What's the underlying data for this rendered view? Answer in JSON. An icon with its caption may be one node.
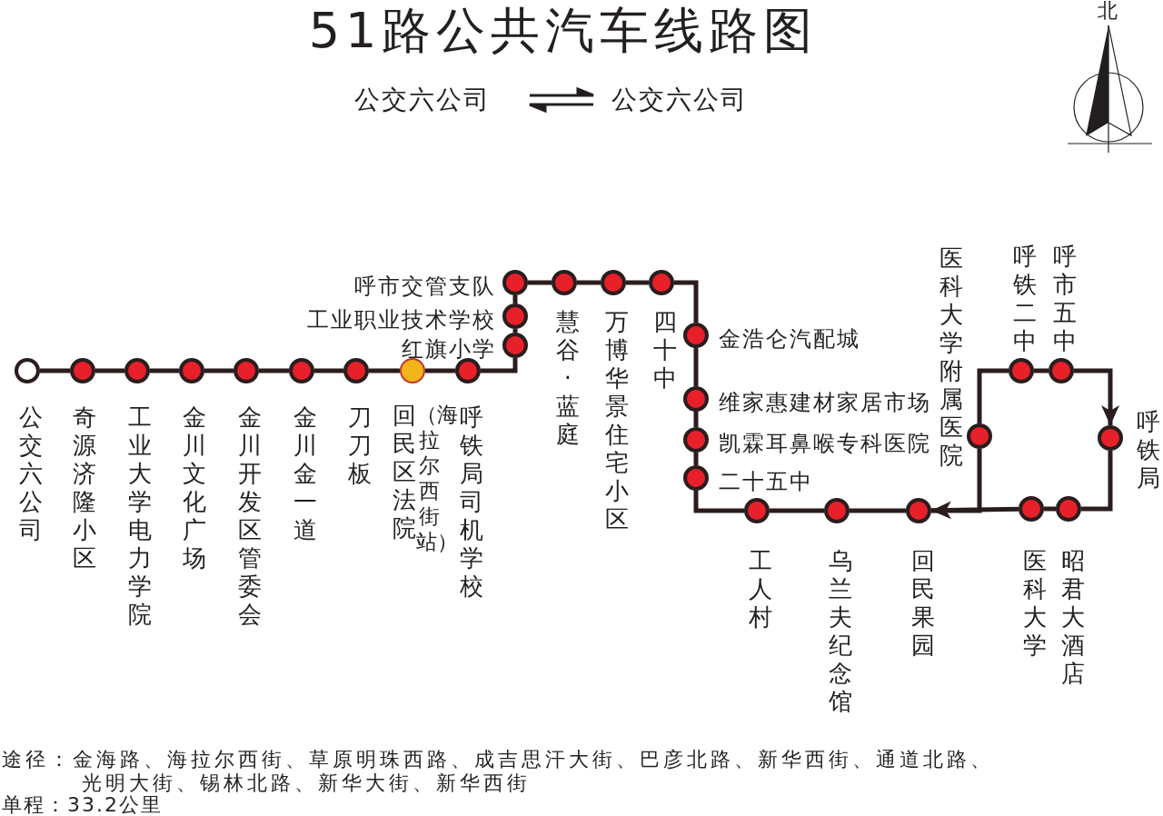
{
  "diagram": {
    "title": "51路公共汽车线路图",
    "nodes": [
      {
        "text": [
          "公交六公司"
        ]
      },
      {
        "text": [
          "奇源济隆小区"
        ]
      },
      {
        "text": [
          "工业大学电力学院"
        ]
      },
      {
        "text": [
          "金川文化广场"
        ]
      },
      {
        "text": [
          "金川开发区管委会"
        ]
      },
      {
        "text": [
          "金川金一道"
        ]
      },
      {
        "text": [
          "刀刀板"
        ]
      },
      {
        "text": [
          "回民区法院"
        ],
        "beside": [
          "（海拉尔西街站）"
        ]
      },
      {
        "text": [
          "呼铁局司机学校"
        ]
      },
      {
        "text": [
          "红旗小学"
        ]
      },
      {
        "text": [
          "工业职业技术学校"
        ]
      },
      {
        "text": [
          "呼市交管支队"
        ]
      },
      {
        "text": [
          "慧谷·蓝庭"
        ]
      },
      {
        "text": [
          "万博华景住宅小区"
        ]
      },
      {
        "text": [
          "四十中"
        ]
      },
      {
        "text": [
          "金浩仑汽配城"
        ]
      },
      {
        "text": [
          "维家惠建材家居市场"
        ]
      },
      {
        "text": [
          "凯霖耳鼻喉专科医院"
        ]
      },
      {
        "text": [
          "二十五中"
        ]
      },
      {
        "text": [
          "工人村"
        ]
      },
      {
        "text": [
          "乌兰夫纪念馆"
        ]
      },
      {
        "text": [
          "回民果园"
        ]
      },
      {
        "text": [
          "医科大学附属医院"
        ]
      },
      {
        "text": [
          "呼铁二中"
        ]
      },
      {
        "text": [
          "呼市五中"
        ]
      },
      {
        "text": [
          "呼铁局"
        ]
      },
      {
        "text": [
          "昭君大酒店"
        ]
      },
      {
        "text": [
          "医科大学"
        ]
      }
    ],
    "edges": [
      {
        "from": 0,
        "to": 1,
        "arrow": "none"
      },
      {
        "from": 1,
        "to": 2,
        "arrow": "none"
      },
      {
        "from": 2,
        "to": 3,
        "arrow": "none"
      },
      {
        "from": 3,
        "to": 4,
        "arrow": "none"
      },
      {
        "from": 4,
        "to": 5,
        "arrow": "none"
      },
      {
        "from": 5,
        "to": 6,
        "arrow": "none"
      },
      {
        "from": 6,
        "to": 7,
        "arrow": "none"
      },
      {
        "from": 7,
        "to": 8,
        "arrow": "none"
      },
      {
        "from": 8,
        "to": 9,
        "arrow": "none"
      },
      {
        "from": 9,
        "to": 10,
        "arrow": "none"
      },
      {
        "from": 10,
        "to": 11,
        "arrow": "none"
      },
      {
        "from": 11,
        "to": 12,
        "arrow": "none"
      },
      {
        "from": 12,
        "to": 13,
        "arrow": "none"
      },
      {
        "from": 13,
        "to": 14,
        "arrow": "none"
      },
      {
        "from": 14,
        "to": 15,
        "arrow": "none"
      },
      {
        "from": 15,
        "to": 16,
        "arrow": "none"
      },
      {
        "from": 16,
        "to": 17,
        "arrow": "none"
      },
      {
        "from": 17,
        "to": 18,
        "arrow": "none"
      },
      {
        "from": 18,
        "to": 19,
        "arrow": "none"
      },
      {
        "from": 19,
        "to": 20,
        "arrow": "none"
      },
      {
        "from": 20,
        "to": 21,
        "arrow": "none"
      },
      {
        "from": 21,
        "to": 22,
        "arrow": "none"
      },
      {
        "from": 22,
        "to": 23,
        "arrow": "none"
      },
      {
        "from": 23,
        "to": 24,
        "arrow": "none"
      },
      {
        "from": 24,
        "to": 25,
        "arrow": "to"
      },
      {
        "from": 25,
        "to": 26,
        "arrow": "none"
      },
      {
        "from": 26,
        "to": 27,
        "arrow": "none"
      },
      {
        "from": 27,
        "to": 21,
        "arrow": "to"
      }
    ],
    "labels": [
      "公交六公司",
      "公交六公司",
      "北",
      "途径：金海路、海拉尔西街、草原明珠西路、成吉思汗大街、巴彦北路、新华西街、通道北路、光明大街、锡林北路、新华大街、新华西街",
      "单程：33.2公里"
    ]
  }
}
